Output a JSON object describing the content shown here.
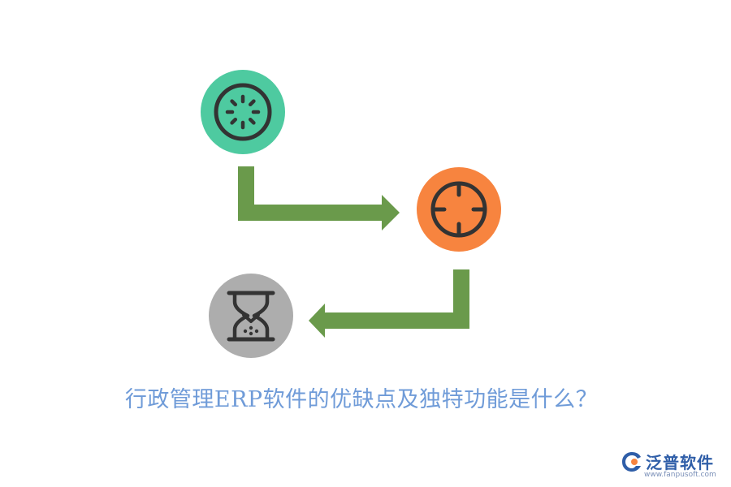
{
  "title": "行政管理ERP软件的优缺点及独特功能是什么？",
  "nodes": [
    {
      "id": "dial",
      "icon": "loading-dial-icon",
      "color": "#4ecaa0"
    },
    {
      "id": "target",
      "icon": "crosshair-target-icon",
      "color": "#f7843f"
    },
    {
      "id": "hourglass",
      "icon": "hourglass-icon",
      "color": "#adadad"
    }
  ],
  "connectors": [
    {
      "from": "dial",
      "to": "target",
      "color": "#6a9a4b"
    },
    {
      "from": "target",
      "to": "hourglass",
      "color": "#6a9a4b"
    }
  ],
  "brand": {
    "name": "泛普软件",
    "url": "www.fanpusoft.com",
    "logo_icon": "fanpu-logo-icon",
    "color": "#2f5ea8"
  }
}
